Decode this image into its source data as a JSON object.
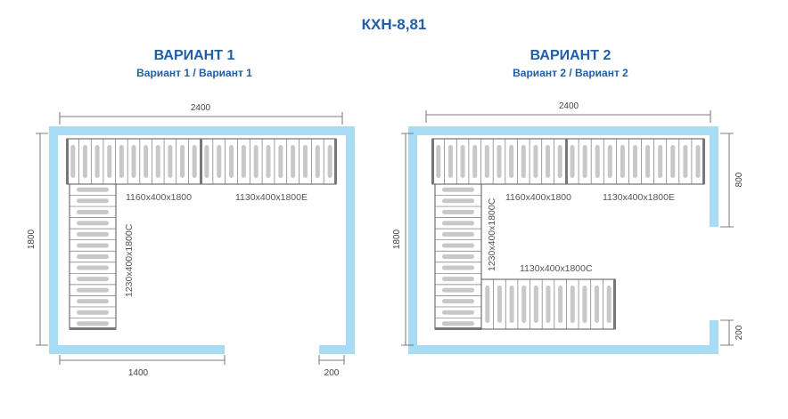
{
  "header": {
    "title": "КХН-8,81"
  },
  "variants": [
    {
      "title": "ВАРИАНТ 1",
      "subtitle": "Вариант 1 / Вариант 1",
      "dims": {
        "width": "2400",
        "height": "1800",
        "bottom_left": "1400",
        "bottom_right": "200"
      },
      "units": [
        "1160x400x1800",
        "1130x400x1800E",
        "1230x400x1800C"
      ]
    },
    {
      "title": "ВАРИАНТ 2",
      "subtitle": "Вариант 2 / Вариант 2",
      "dims": {
        "width": "2400",
        "height": "1800",
        "right_top": "800",
        "right_bottom": "200"
      },
      "units": [
        "1160x400x1800",
        "1130x400x1800E",
        "1230x400x1800C",
        "1130x400x1800C"
      ]
    }
  ],
  "colors": {
    "title": "#1f5fa8",
    "wall": "#a8dcf5",
    "slat": "#c8c8c8",
    "frame": "#555555"
  }
}
